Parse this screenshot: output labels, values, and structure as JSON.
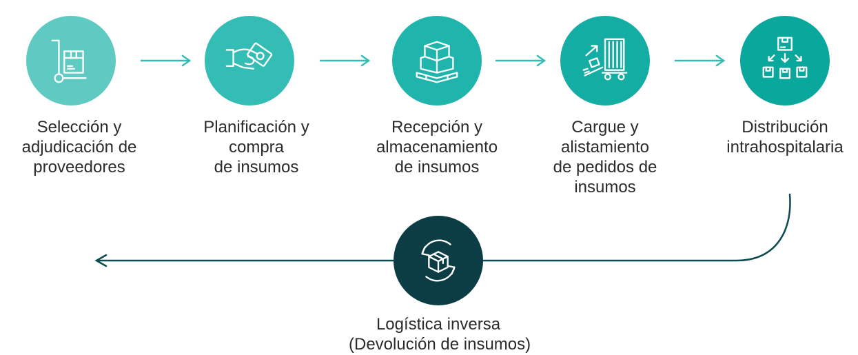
{
  "colors": {
    "step1": "#5fcac2",
    "step2": "#33bdb5",
    "step3": "#1fb5ac",
    "step4": "#13ada3",
    "step5": "#0aa79c",
    "reverse": "#0c3d45",
    "arrow": "#37bcb3",
    "return_arrow": "#0c4b52"
  },
  "steps": [
    {
      "icon": "hand-truck-box-icon",
      "lines": [
        "Selección y",
        "adjudicación de",
        "proveedores"
      ]
    },
    {
      "icon": "hand-money-icon",
      "lines": [
        "Planificación y",
        "compra",
        "de insumos"
      ]
    },
    {
      "icon": "pallet-boxes-icon",
      "lines": [
        "Recepción y",
        "almacenamiento",
        "de insumos"
      ]
    },
    {
      "icon": "truck-loading-icon",
      "lines": [
        "Cargue y",
        "alistamiento",
        "de pedidos de",
        "insumos"
      ]
    },
    {
      "icon": "box-distribution-icon",
      "lines": [
        "Distribución",
        "intrahospitalaria"
      ]
    }
  ],
  "reverse": {
    "icon": "box-cycle-icon",
    "lines": [
      "Logística inversa",
      "(Devolución de insumos)"
    ]
  }
}
